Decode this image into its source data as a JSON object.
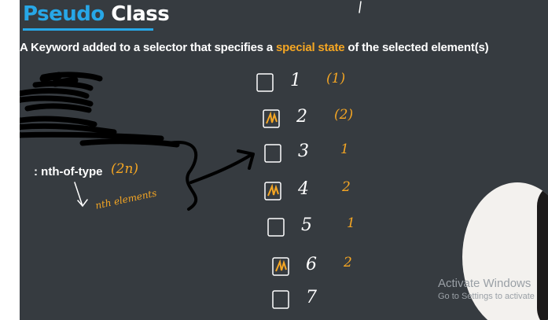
{
  "slide": {
    "title_part1": "Pseudo",
    "title_part2": "Class",
    "subtitle_before": "A Keyword added to a selector that specifies a",
    "subtitle_highlight": "special state",
    "subtitle_after": "of the selected element(s)",
    "selector_prefix": ": nth-of-type",
    "selector_arg": "(2n)",
    "note": "nth elements"
  },
  "checklist": [
    {
      "number": "1",
      "count": "(1)",
      "checked": false
    },
    {
      "number": "2",
      "count": "(2)",
      "checked": true
    },
    {
      "number": "3",
      "count": "1",
      "checked": false
    },
    {
      "number": "4",
      "count": "2",
      "checked": true
    },
    {
      "number": "5",
      "count": "1",
      "checked": false
    },
    {
      "number": "6",
      "count": "2",
      "checked": true
    },
    {
      "number": "7",
      "count": "",
      "checked": false
    }
  ],
  "watermark": {
    "line1": "Activate Windows",
    "line2": "Go to Settings to activate"
  },
  "colors": {
    "board": "#363b40",
    "accent_blue": "#27a7e7",
    "accent_orange": "#f5a623",
    "ink_white": "#ffffff",
    "ink_black": "#000000"
  }
}
